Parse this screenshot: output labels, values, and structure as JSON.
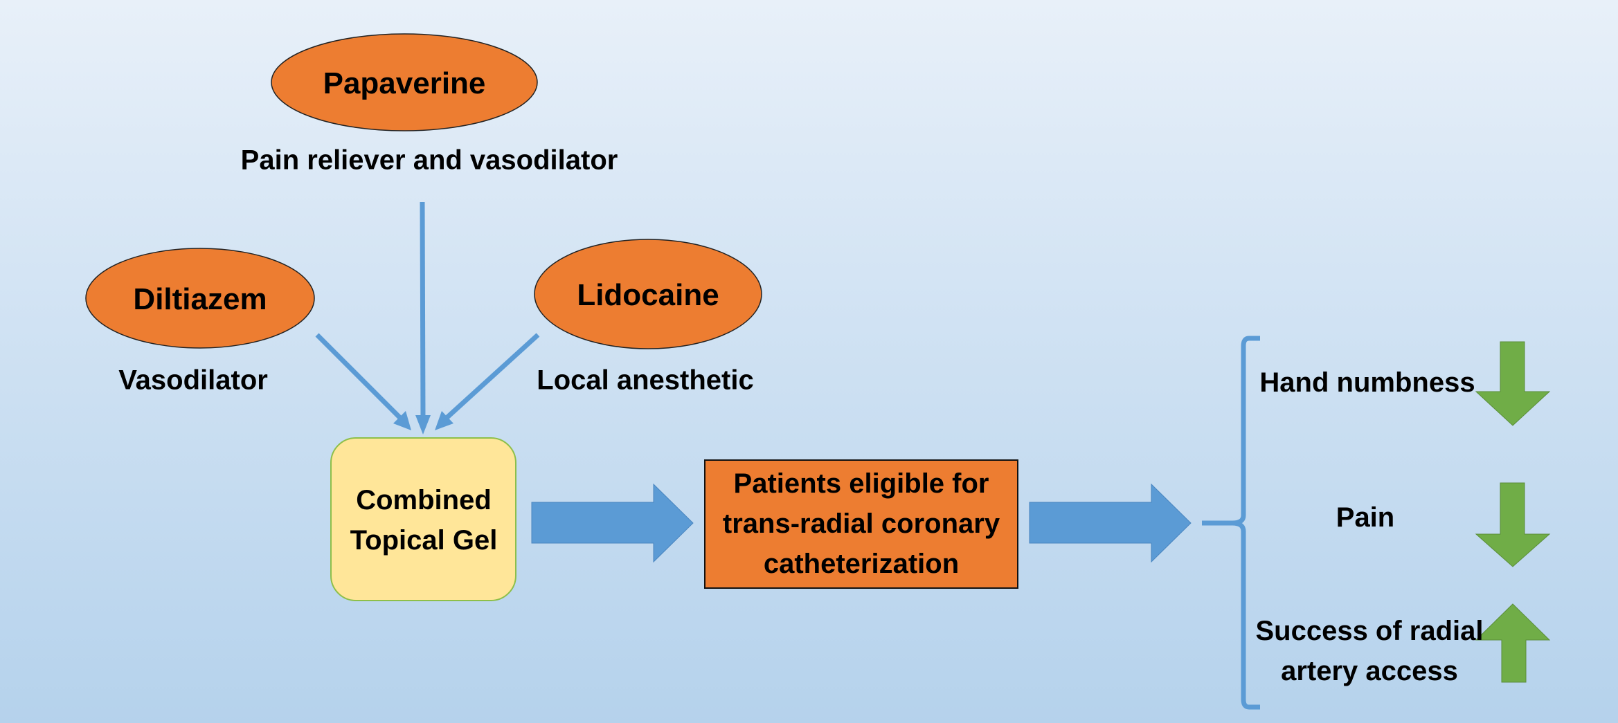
{
  "colors": {
    "ellipse_fill": "#ed7d31",
    "arrow_blue": "#5b9bd5",
    "gel_fill": "#ffe699",
    "gel_border": "#8dbf4a",
    "box_fill": "#ed7d31",
    "green_arrow": "#70ad47"
  },
  "drugs": [
    {
      "name": "Papaverine",
      "role": "Pain reliever and vasodilator"
    },
    {
      "name": "Diltiazem",
      "role": "Vasodilator"
    },
    {
      "name": "Lidocaine",
      "role": "Local anesthetic"
    }
  ],
  "gel": {
    "label": "Combined Topical Gel"
  },
  "patients": {
    "label": "Patients eligible for trans-radial coronary catheterization"
  },
  "outcomes": [
    {
      "label": "Hand numbness",
      "direction": "down"
    },
    {
      "label": "Pain",
      "direction": "down"
    },
    {
      "label": "Success of radial artery access",
      "direction": "up"
    }
  ]
}
